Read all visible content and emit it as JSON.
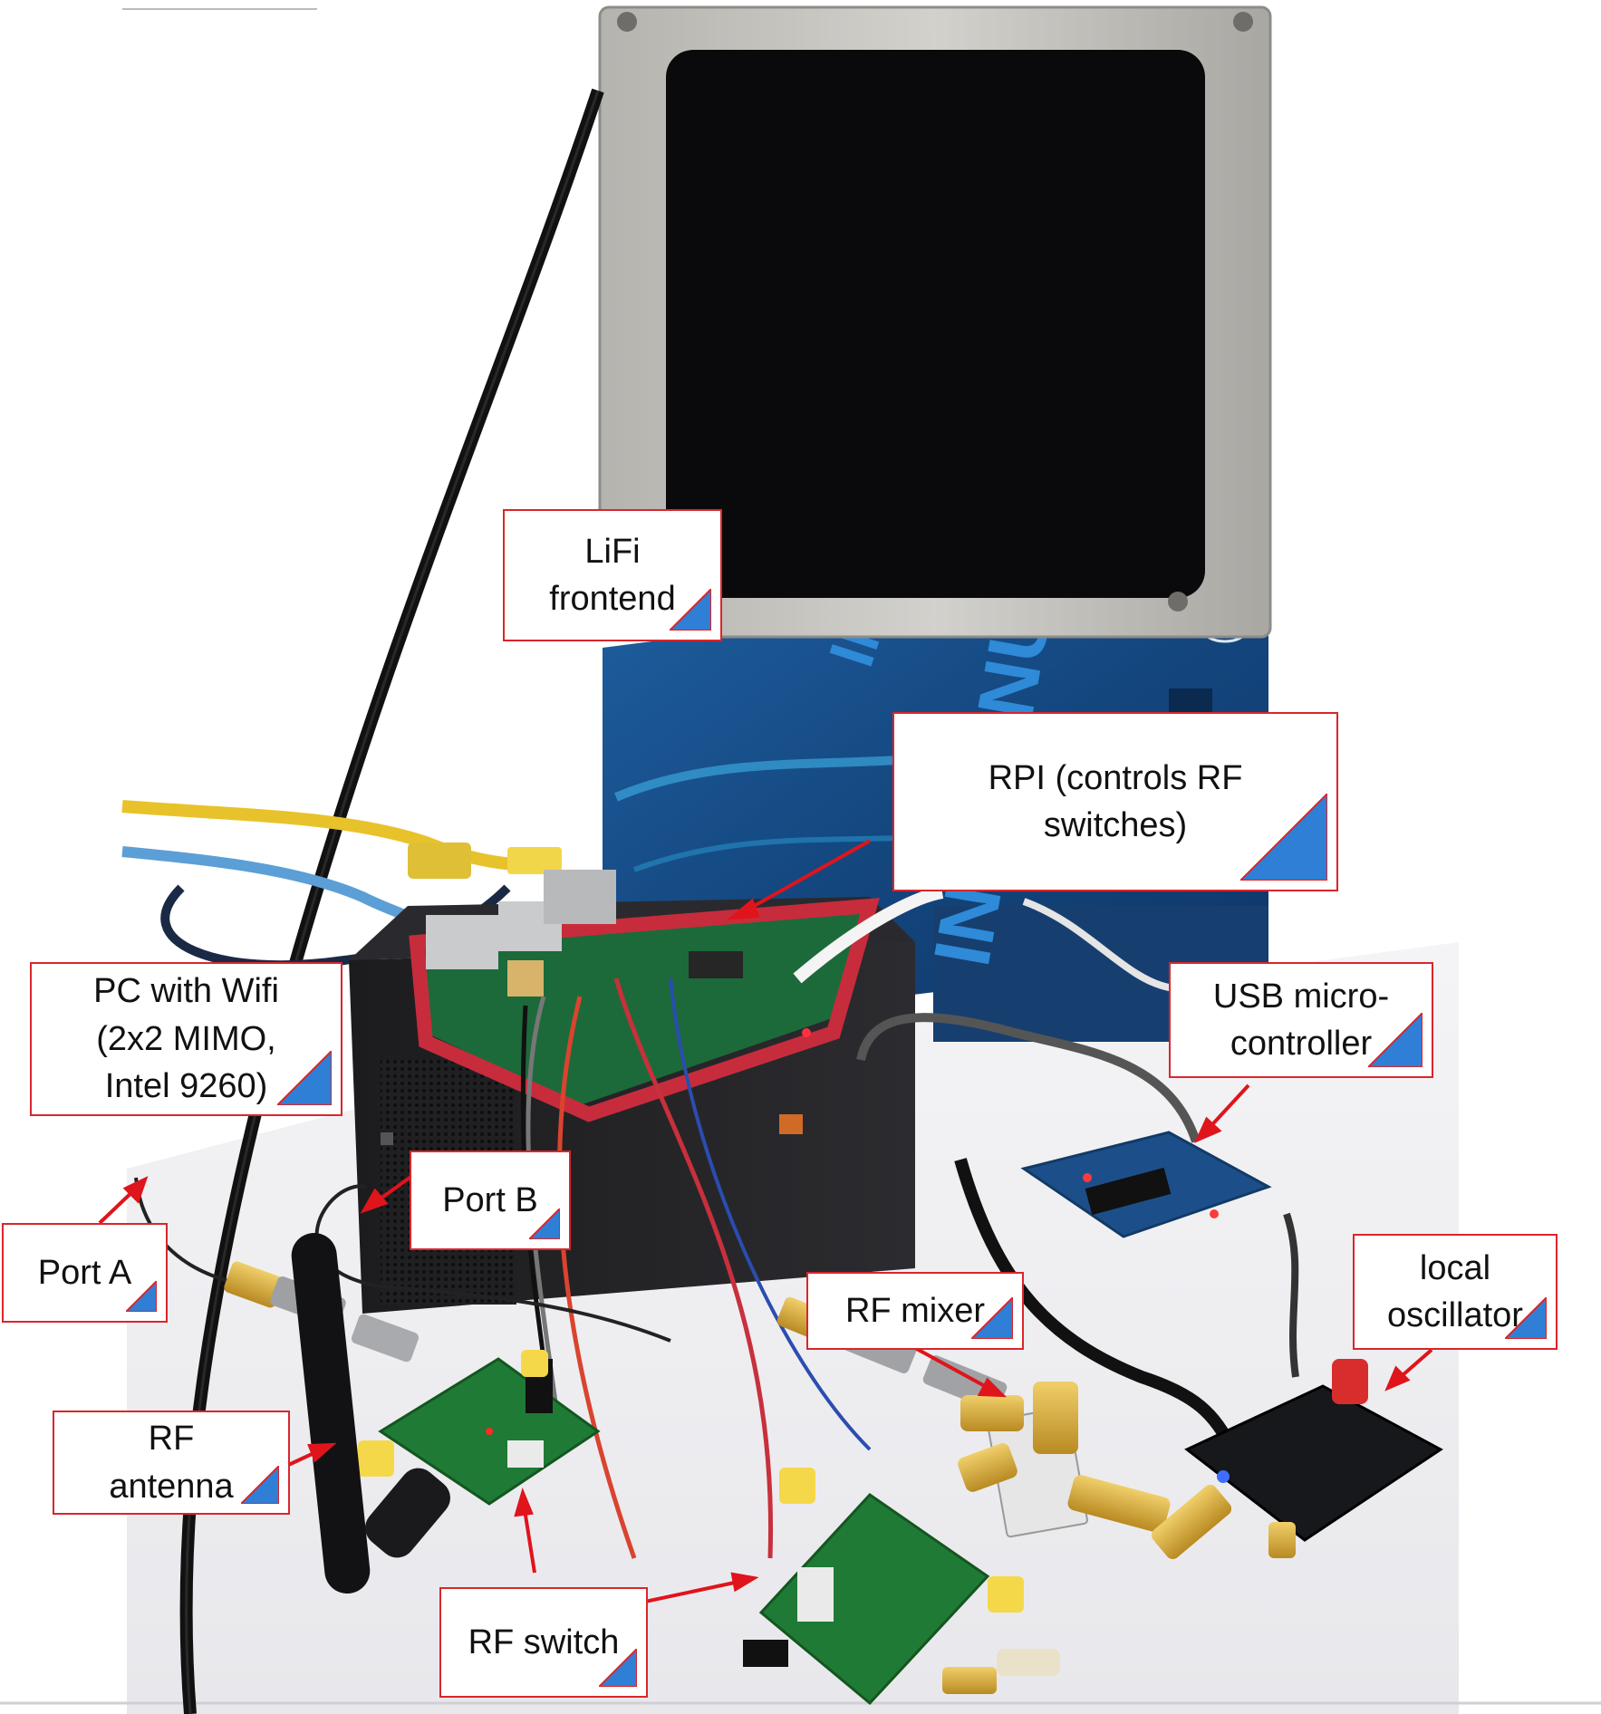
{
  "colors": {
    "callout_border": "#d9262b",
    "arrow": "#e0141b",
    "fold_blue": "#2f7fd6"
  },
  "callouts": {
    "lifi_frontend": {
      "lines": [
        "LiFi",
        "frontend"
      ]
    },
    "rpi": {
      "lines": [
        "RPI (controls RF",
        "switches)"
      ]
    },
    "pc_wifi": {
      "lines": [
        "PC with Wifi",
        "(2x2 MIMO,",
        "Intel 9260)"
      ]
    },
    "usb_microcontroller": {
      "lines": [
        "USB micro-",
        "controller"
      ]
    },
    "port_b": {
      "lines": [
        "Port B"
      ]
    },
    "port_a": {
      "lines": [
        "Port A"
      ]
    },
    "rf_mixer": {
      "lines": [
        "RF mixer"
      ]
    },
    "local_oscillator": {
      "lines": [
        "local",
        "oscillator"
      ]
    },
    "rf_antenna": {
      "lines": [
        "RF",
        "antenna"
      ]
    },
    "rf_switch": {
      "lines": [
        "RF switch"
      ]
    }
  },
  "photo": {
    "box_print_top": "INTEL",
    "box_print_side": "INTEL NUC",
    "box_logo": "intel"
  }
}
